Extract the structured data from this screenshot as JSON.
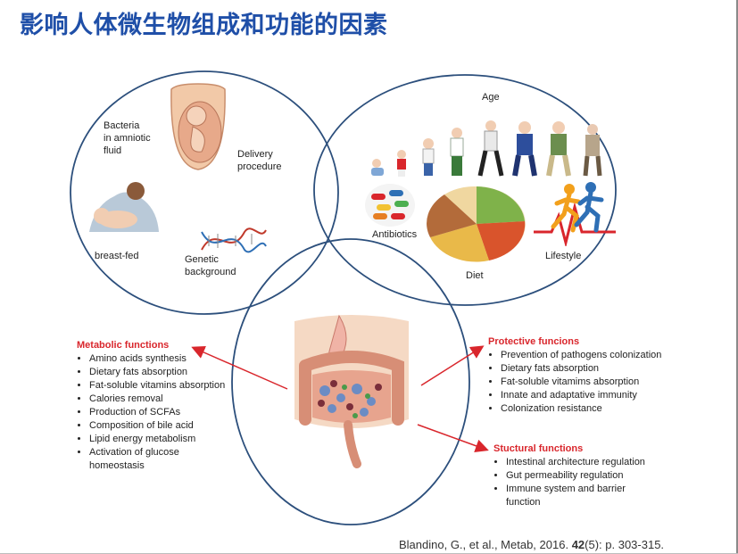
{
  "title": "影响人体微生物组成和功能的因素",
  "early_life": {
    "bacteria_amniotic": [
      "Bacteria",
      "in amniotic",
      "fluid"
    ],
    "delivery": [
      "Delivery",
      "procedure"
    ],
    "breast_fed": "breast-fed",
    "genetic": [
      "Genetic",
      "background"
    ]
  },
  "environment": {
    "age": "Age",
    "antibiotics": "Antibiotics",
    "diet": "Diet",
    "lifestyle": "Lifestyle"
  },
  "metabolic": {
    "heading": "Metabolic functions",
    "items": [
      "Amino acids  synthesis",
      "Dietary fats absorption",
      "Fat-soluble vitamins absorption",
      "Calories removal",
      "Production of SCFAs",
      "Composition of bile acid",
      "Lipid energy metabolism",
      "Activation of glucose homeostasis"
    ]
  },
  "protective": {
    "heading": "Protective funcions",
    "items": [
      "Prevention of pathogens colonization",
      "Dietary fats absorption",
      "Fat-soluble vitamims absorption",
      "Innate and adaptative immunity",
      "Colonization resistance"
    ]
  },
  "structural": {
    "heading": "Stuctural functions",
    "items": [
      "Intestinal architecture regulation",
      "Gut permeability regulation",
      "Immune system and barrier function"
    ]
  },
  "citation": {
    "authors": "Blandino, G., et al., Metab, 2016.",
    "volume": "42",
    "rest": "(5): p. 303-315."
  },
  "colors": {
    "title": "#1f4fa8",
    "circle": "#2c4f7c",
    "arrow": "#d9262c",
    "heading": "#d9262c"
  }
}
